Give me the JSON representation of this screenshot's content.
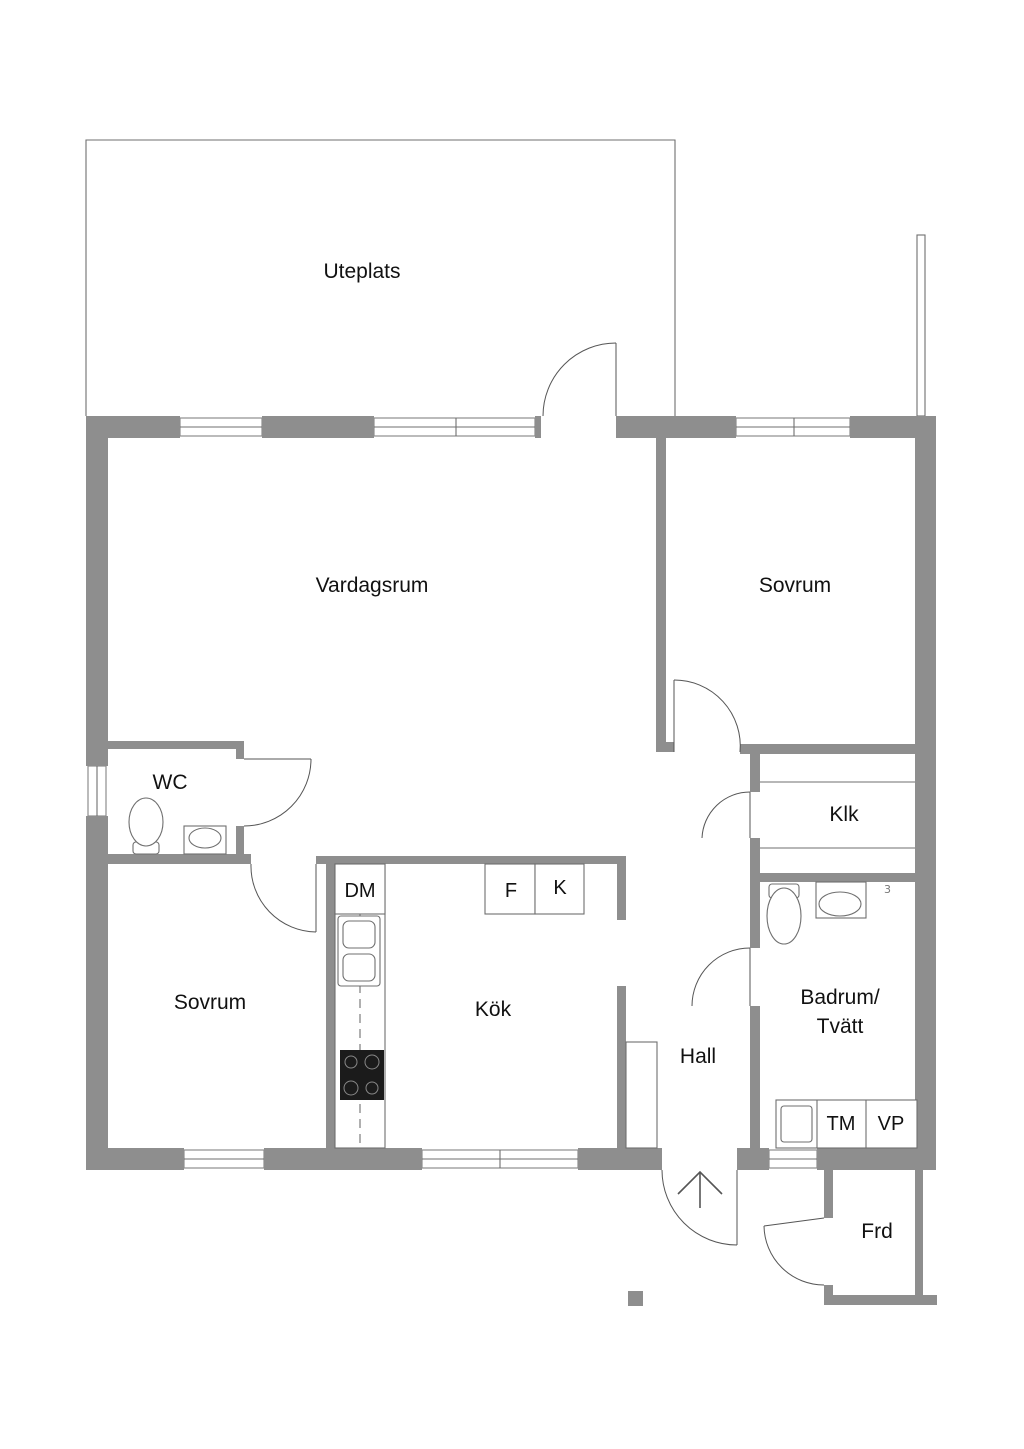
{
  "rooms": {
    "uteplats": "Uteplats",
    "vardagsrum": "Vardagsrum",
    "sovrum_right": "Sovrum",
    "wc": "WC",
    "klk": "Klk",
    "sovrum_left": "Sovrum",
    "kok": "Kök",
    "hall": "Hall",
    "badrum_line1": "Badrum/",
    "badrum_line2": "Tvätt",
    "frd": "Frd"
  },
  "fixtures": {
    "dm": "DM",
    "f": "F",
    "k": "K",
    "tm": "TM",
    "vp": "VP"
  },
  "colors": {
    "wall": "#8e8e8e",
    "line": "#6f6f6f"
  }
}
